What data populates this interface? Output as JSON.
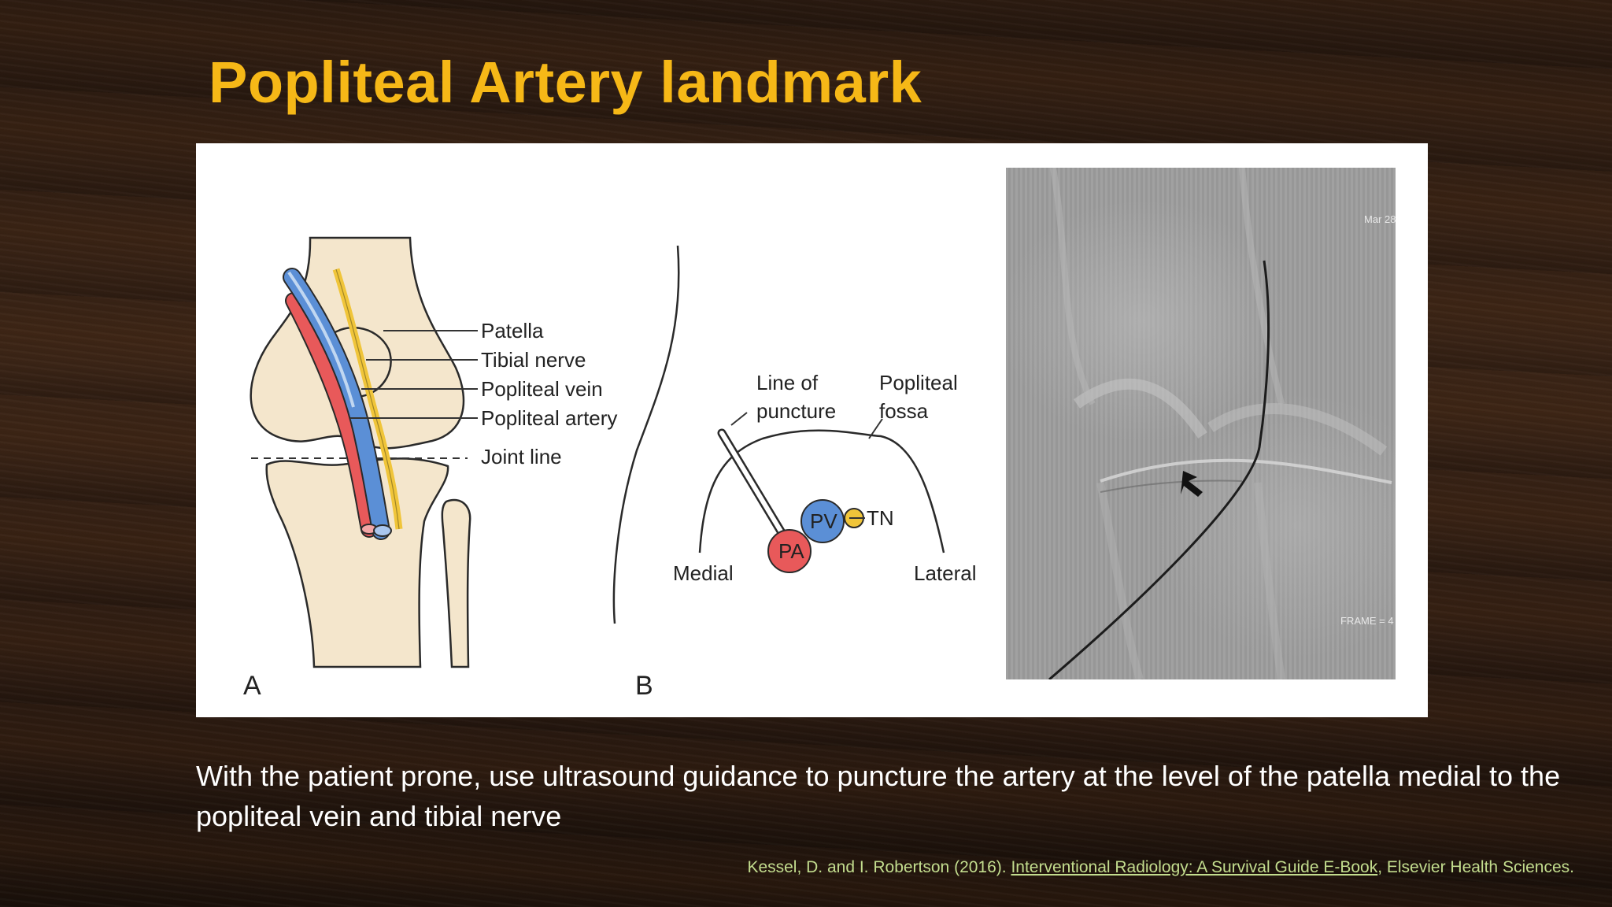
{
  "slide": {
    "title": "Popliteal Artery landmark"
  },
  "figure_a": {
    "panel_letter": "A",
    "labels": {
      "patella": "Patella",
      "tibial_nerve": "Tibial nerve",
      "popliteal_vein": "Popliteal vein",
      "popliteal_artery": "Popliteal artery",
      "joint_line": "Joint line"
    },
    "colors": {
      "bone": "#f4e6cc",
      "artery": "#e8595a",
      "vein": "#5b8fd6",
      "nerve": "#f0c53a"
    }
  },
  "figure_b": {
    "panel_letter": "B",
    "labels": {
      "line_of_puncture_1": "Line of",
      "line_of_puncture_2": "puncture",
      "popliteal_fossa_1": "Popliteal",
      "popliteal_fossa_2": "fossa",
      "medial": "Medial",
      "lateral": "Lateral",
      "pa": "PA",
      "pv": "PV",
      "tn": "TN"
    }
  },
  "fluoro_image": {
    "overlay_date": "Mar 28",
    "overlay_frame": "FRAME = 4"
  },
  "caption": "With the patient prone, use ultrasound guidance to puncture the artery at the level of the patella medial to the popliteal vein and tibial nerve",
  "citation": {
    "prefix": "Kessel, D. and I. Robertson (2016). ",
    "book_title": "Interventional Radiology: A Survival Guide E-Book",
    "suffix": ", Elsevier Health Sciences."
  }
}
